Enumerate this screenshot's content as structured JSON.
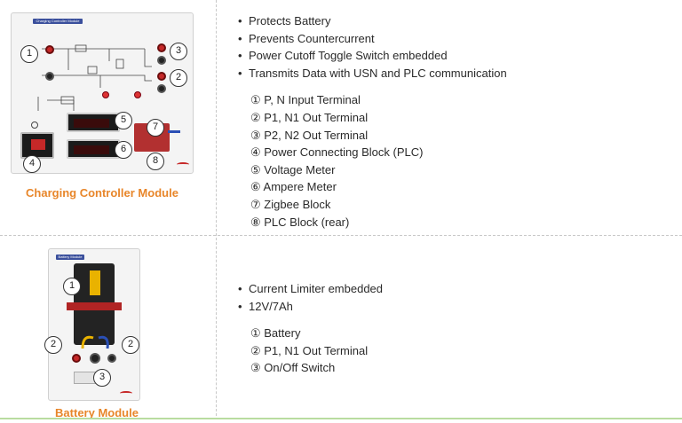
{
  "charging": {
    "panel_title": "Charging Controller Module",
    "caption": "Charging Controller Module",
    "callouts": [
      "1",
      "3",
      "2",
      "5",
      "7",
      "6",
      "4",
      "8"
    ],
    "bullets": [
      "Protects Battery",
      "Prevents Countercurrent",
      "Power Cutoff Toggle Switch embedded",
      "Transmits Data with USN and PLC communication"
    ],
    "items": [
      "① P, N Input Terminal",
      "② P1, N1 Out Terminal",
      "③ P2, N2 Out Terminal",
      "④ Power Connecting Block (PLC)",
      "⑤ Voltage Meter",
      "⑥ Ampere Meter",
      "⑦ Zigbee Block",
      "⑧ PLC Block (rear)"
    ]
  },
  "battery": {
    "panel_title": "Battery Module",
    "caption": "Battery Module",
    "callouts": [
      "1",
      "2",
      "2",
      "3"
    ],
    "bullets": [
      "Current Limiter embedded",
      "12V/7Ah"
    ],
    "items": [
      "① Battery",
      "② P1, N1 Out Terminal",
      "③ On/Off Switch"
    ]
  },
  "colors": {
    "caption": "#e8862a",
    "panel_title_bg": "#3a4f9c",
    "divider": "#c8c8c8",
    "bottom_rule": "#b9dca0"
  }
}
